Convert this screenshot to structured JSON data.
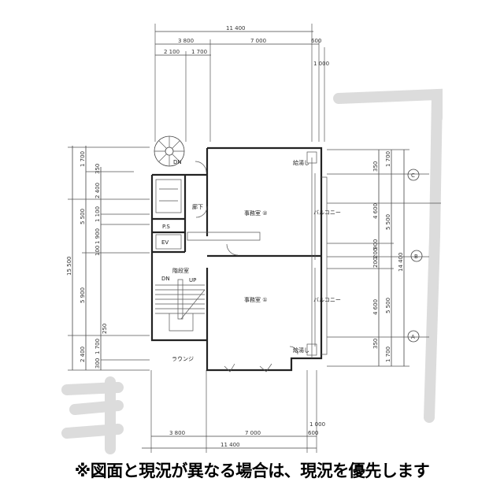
{
  "floor_plan": {
    "top_dimensions": {
      "overall": "11 400",
      "row2": [
        "3 800",
        "7 000",
        "600"
      ],
      "row3": [
        "2 100",
        "1 700"
      ],
      "offset": "1 000"
    },
    "bottom_dimensions": {
      "overall": "11 400",
      "row": [
        "3 800",
        "7 000",
        "600"
      ],
      "offset": "1 000"
    },
    "left_dimensions": {
      "overall": "15 500",
      "spans": [
        "1 700",
        "5 500",
        "5 900",
        "2 400"
      ],
      "details": [
        "350",
        "2 400",
        "1 100",
        "1 900",
        "100",
        "250",
        "1 700",
        "300"
      ]
    },
    "right_dimensions": {
      "overall": "14 400",
      "spans": [
        "1 700",
        "5 500",
        "5 500",
        "1 700"
      ],
      "details": [
        "350",
        "4 600",
        "200",
        "900",
        "200",
        "4 600",
        "350"
      ]
    },
    "grid_axes": [
      "C",
      "B",
      "A"
    ],
    "rooms": {
      "office_2": "事務室 ②",
      "office_1": "事務室 ①",
      "corridor": "廊下",
      "stairwell": "階段室",
      "pipe_shaft": "P.S",
      "elevator": "EV",
      "kitchenette_top": "給湯し",
      "kitchenette_bottom": "給湯し",
      "balcony_top": "バルコニー",
      "balcony_bottom": "バルコニー",
      "lounge": "ラウンジ",
      "stair_down": "DN",
      "stair_up": "UP",
      "spiral_dn": "DN"
    }
  },
  "caption": "※図面と現況が異なる場合は、現況を優先します"
}
